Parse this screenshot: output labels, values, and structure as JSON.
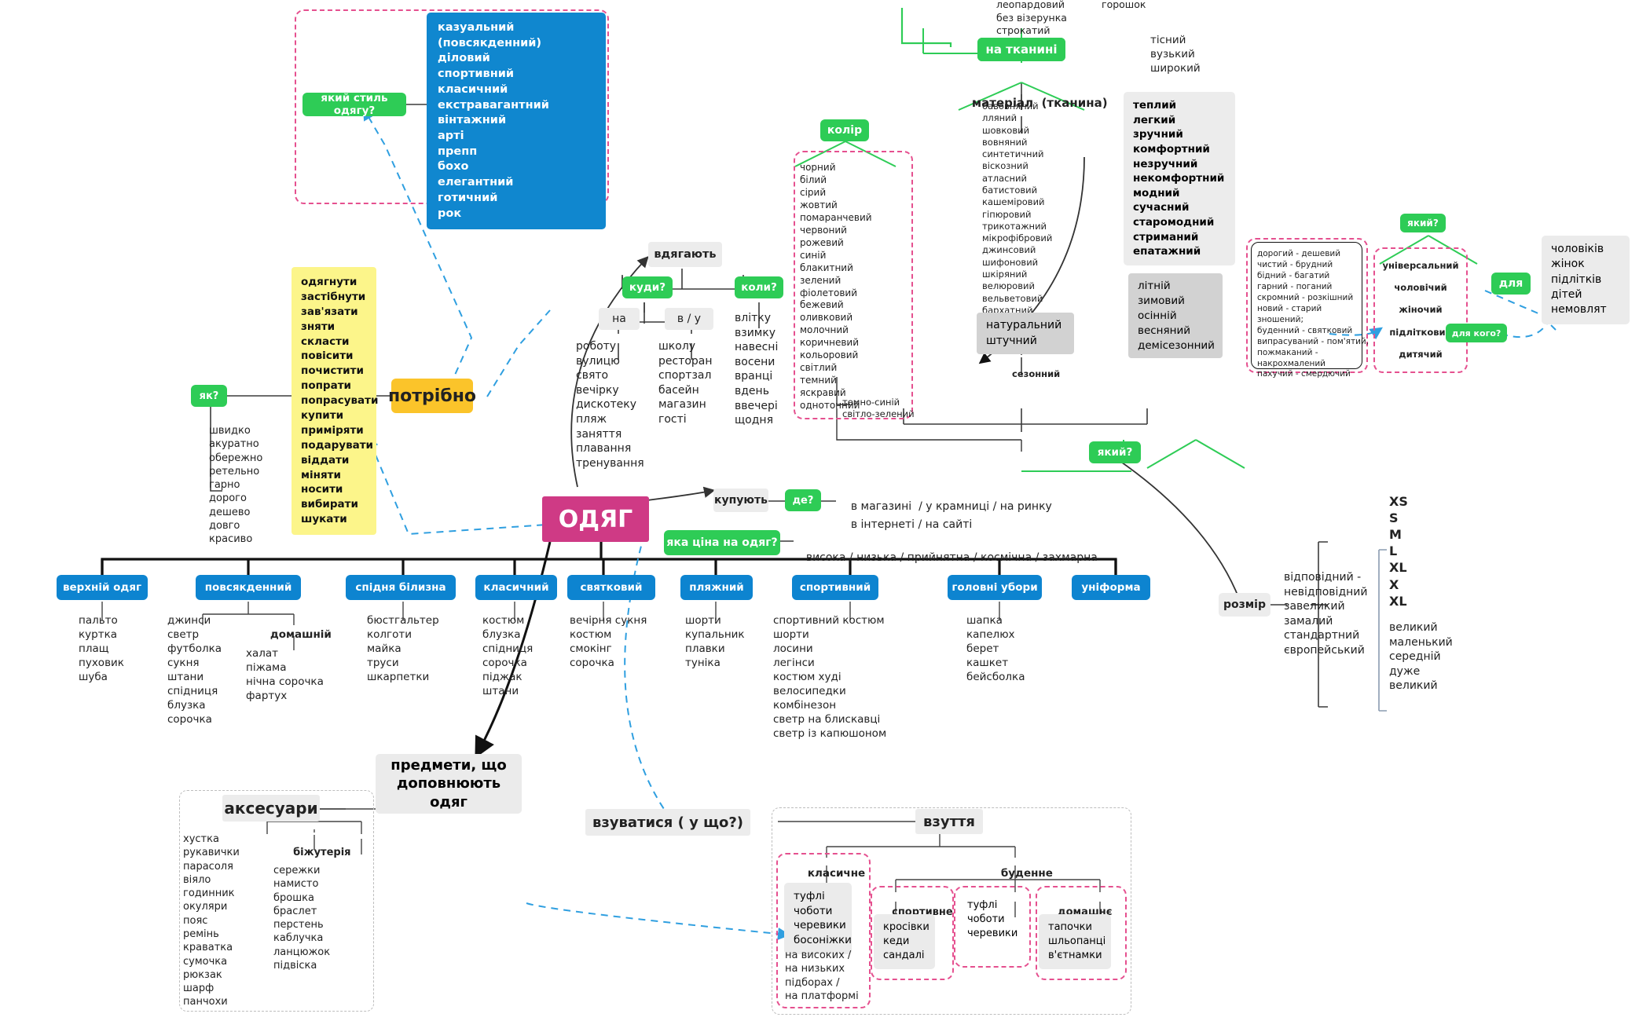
{
  "center": {
    "label": "ОДЯГ"
  },
  "style_branch": {
    "question": "який стиль одягу?",
    "items": [
      "казуальний (повсякденний)",
      "діловий",
      "спортивний",
      "класичний",
      "екстравагантний",
      "вінтажний",
      "арті",
      "препп",
      "бохо",
      "елегантний",
      "готичний",
      "рок"
    ]
  },
  "need_branch": {
    "label": "потрібно",
    "how_label": "як?",
    "verbs": [
      "одягнути",
      "застібнути",
      "зав'язати",
      "зняти",
      "скласти",
      "повісити",
      "почистити",
      "попрати",
      "попрасувати",
      "купити",
      "приміряти",
      "подарувати",
      "віддати",
      "міняти",
      "носити",
      "вибирати",
      "шукати"
    ],
    "adverbs": [
      "швидко",
      "акуратно",
      "обережно",
      "ретельно",
      "гарно",
      "дорого",
      "дешево",
      "довго",
      "красиво"
    ]
  },
  "wear_branch": {
    "label": "вдягають",
    "where_label": "куди?",
    "when_label": "коли?",
    "prep_na": "на",
    "prep_vu": "в / у",
    "na_items": [
      "роботу",
      "вулицю",
      "свято",
      "вечірку",
      "дискотеку",
      "пляж",
      "заняття",
      "плавання",
      "тренування"
    ],
    "vu_items": [
      "школу",
      "ресторан",
      "спортзал",
      "басейн",
      "магазин",
      "гості"
    ],
    "when_items": [
      "влітку",
      "взимку",
      "навесні",
      "восени",
      "вранці",
      "вдень",
      "ввечері",
      "щодня"
    ]
  },
  "buy_branch": {
    "label": "купують",
    "where_label": "де?",
    "places_line1": "в магазині  / у крамниці / на ринку",
    "places_line2": "в інтернеті / на сайті"
  },
  "price_branch": {
    "question": "яка ціна на одяг?",
    "values": "висока / низька / прийнятна / космічна / захмарна"
  },
  "color_branch": {
    "label": "колір",
    "items": [
      "чорний",
      "білий",
      "сірий",
      "жовтий",
      "помаранчевий",
      "червоний",
      "рожевий",
      "синій",
      "блакитний",
      "зелений",
      "фіолетовий",
      "бежевий",
      "оливковий",
      "молочний",
      "коричневий",
      "кольоровий",
      "світлий",
      "темний",
      "яскравий",
      "однотонний"
    ],
    "sub_items": [
      "темно-синій",
      "світло-зелений"
    ]
  },
  "pattern_branch": {
    "label": "на тканині",
    "top_items": [
      "леопардовий",
      "без візерунка",
      "строкатий"
    ],
    "top_items2": [
      "горошок"
    ]
  },
  "material_branch": {
    "label": "матеріал  (тканина)",
    "items": [
      "бавовняний",
      "лляний",
      "шовковий",
      "вовняний",
      "синтетичний",
      "віскозний",
      "атласний",
      "батистовий",
      "кашеміровий",
      "гіпюровий",
      "трикотажний",
      "мікрофібровий",
      "джинсовий",
      "шифоновий",
      "шкіряний",
      "велюровий",
      "вельветовий",
      "бархатний"
    ],
    "natural": [
      "натуральний",
      "штучний"
    ],
    "seasonal_label": "сезонний",
    "seasons": [
      "літній",
      "зимовий",
      "осінній",
      "весняний",
      "демісезонний"
    ]
  },
  "fit_branch": {
    "items": [
      "тісний",
      "вузький",
      "широкий"
    ]
  },
  "quality_branch": {
    "items": [
      "теплий",
      "легкий",
      "зручний",
      "комфортний",
      "незручний",
      "некомфортний",
      "модний",
      "сучасний",
      "старомодний",
      "стриманий",
      "епатажний"
    ]
  },
  "which_branch": {
    "label": "який?",
    "antonyms": [
      "дорогий - дешевий",
      "чистий - брудний",
      "бідний - багатий",
      "гарний - поганий",
      "скромний - розкішний",
      "новий - старий",
      "зношений;",
      "буденний - святковий",
      "випрасуваний - пом'ятий,",
      "пожмаканий -",
      "накрохмалений",
      "пахучий - смердючий"
    ]
  },
  "gender_branch": {
    "label": "який?",
    "items": [
      "універсальний",
      "чоловічий",
      "жіночий",
      "підлітковий",
      "дитячий"
    ],
    "for_whom_label": "для кого?",
    "for_label": "для",
    "recipients": [
      "чоловіків",
      "жінок",
      "підлітків",
      "дітей",
      "немовлят"
    ]
  },
  "size_branch": {
    "label": "розмір",
    "items": [
      "відповідний -",
      "невідповідний",
      "завеликий",
      "замалий",
      "стандартний",
      "європейський"
    ],
    "letters": [
      "XS",
      "S",
      "M",
      "L",
      "XL",
      "X",
      "XL"
    ],
    "adjectives": [
      "великий",
      "маленький",
      "середній",
      "дуже",
      "великий"
    ]
  },
  "categories": [
    {
      "name": "верхній одяг",
      "items": [
        "пальто",
        "куртка",
        "плащ",
        "пуховик",
        "шуба"
      ]
    },
    {
      "name": "повсякденний",
      "items": [
        "джинси",
        "светр",
        "футболка",
        "сукня",
        "штани",
        "спідниця",
        "блузка",
        "сорочка"
      ],
      "sub": {
        "name": "домашній",
        "items": [
          "халат",
          "піжама",
          "нічна сорочка",
          "фартух"
        ]
      }
    },
    {
      "name": "спідня білизна",
      "items": [
        "бюстгальтер",
        "колготи",
        "майка",
        "труси",
        "шкарпетки"
      ]
    },
    {
      "name": "класичний",
      "items": [
        "костюм",
        "блузка",
        "спідниця",
        "сорочка",
        "піджак",
        "штани"
      ]
    },
    {
      "name": "святковий",
      "items": [
        "вечірня сукня",
        "костюм",
        "смокінг",
        "сорочка"
      ]
    },
    {
      "name": "пляжний",
      "items": [
        "шорти",
        "купальник",
        "плавки",
        "туніка"
      ]
    },
    {
      "name": "спортивний",
      "items": [
        "спортивний костюм",
        "шорти",
        "лосини",
        "легінси",
        "костюм худі",
        "велосипедки",
        "комбінезон",
        "светр на блискавці",
        "светр із капюшоном"
      ]
    },
    {
      "name": "головні убори",
      "items": [
        "шапка",
        "капелюх",
        "берет",
        "кашкет",
        "бейсболка"
      ]
    },
    {
      "name": "уніформа",
      "items": []
    }
  ],
  "accessories_branch": {
    "complement_label": "предмети, що доповнюють одяг",
    "label": "аксесуари",
    "items": [
      "хустка",
      "рукавички",
      "парасоля",
      "віяло",
      "годинник",
      "окуляри",
      "пояс",
      "ремінь",
      "краватка",
      "сумочка",
      "рюкзак",
      "шарф",
      "панчохи"
    ],
    "jewelry_label": "біжутерія",
    "jewelry_items": [
      "сережки",
      "намисто",
      "брошка",
      "браслет",
      "перстень",
      "каблучка",
      "ланцюжок",
      "підвіска"
    ]
  },
  "footwear_branch": {
    "verb_label": "взуватися ( у що?)",
    "label": "взуття",
    "classic_label": "класичне",
    "classic_items": [
      "туфлі",
      "чоботи",
      "черевики",
      "босоніжки"
    ],
    "classic_note": [
      "на високих /",
      "на низьких",
      "підборах /",
      "на платформі"
    ],
    "everyday_label": "буденне",
    "sport_label": "спортивне",
    "sport_items": [
      "кросівки",
      "кеди",
      "сандалі"
    ],
    "shoes_items": [
      "туфлі",
      "чоботи",
      "черевики"
    ],
    "home_label": "домашнє",
    "home_items": [
      "тапочки",
      "шльопанці",
      "в'єтнамки"
    ]
  },
  "colors": {
    "green": "#2ecc56",
    "blue": "#1087cf",
    "pink": "#cf3a85",
    "yellow": "#fcf58a",
    "amber": "#fbc42a",
    "dashed_pink": "#e5508f",
    "link_blue": "#2f9fe0"
  }
}
